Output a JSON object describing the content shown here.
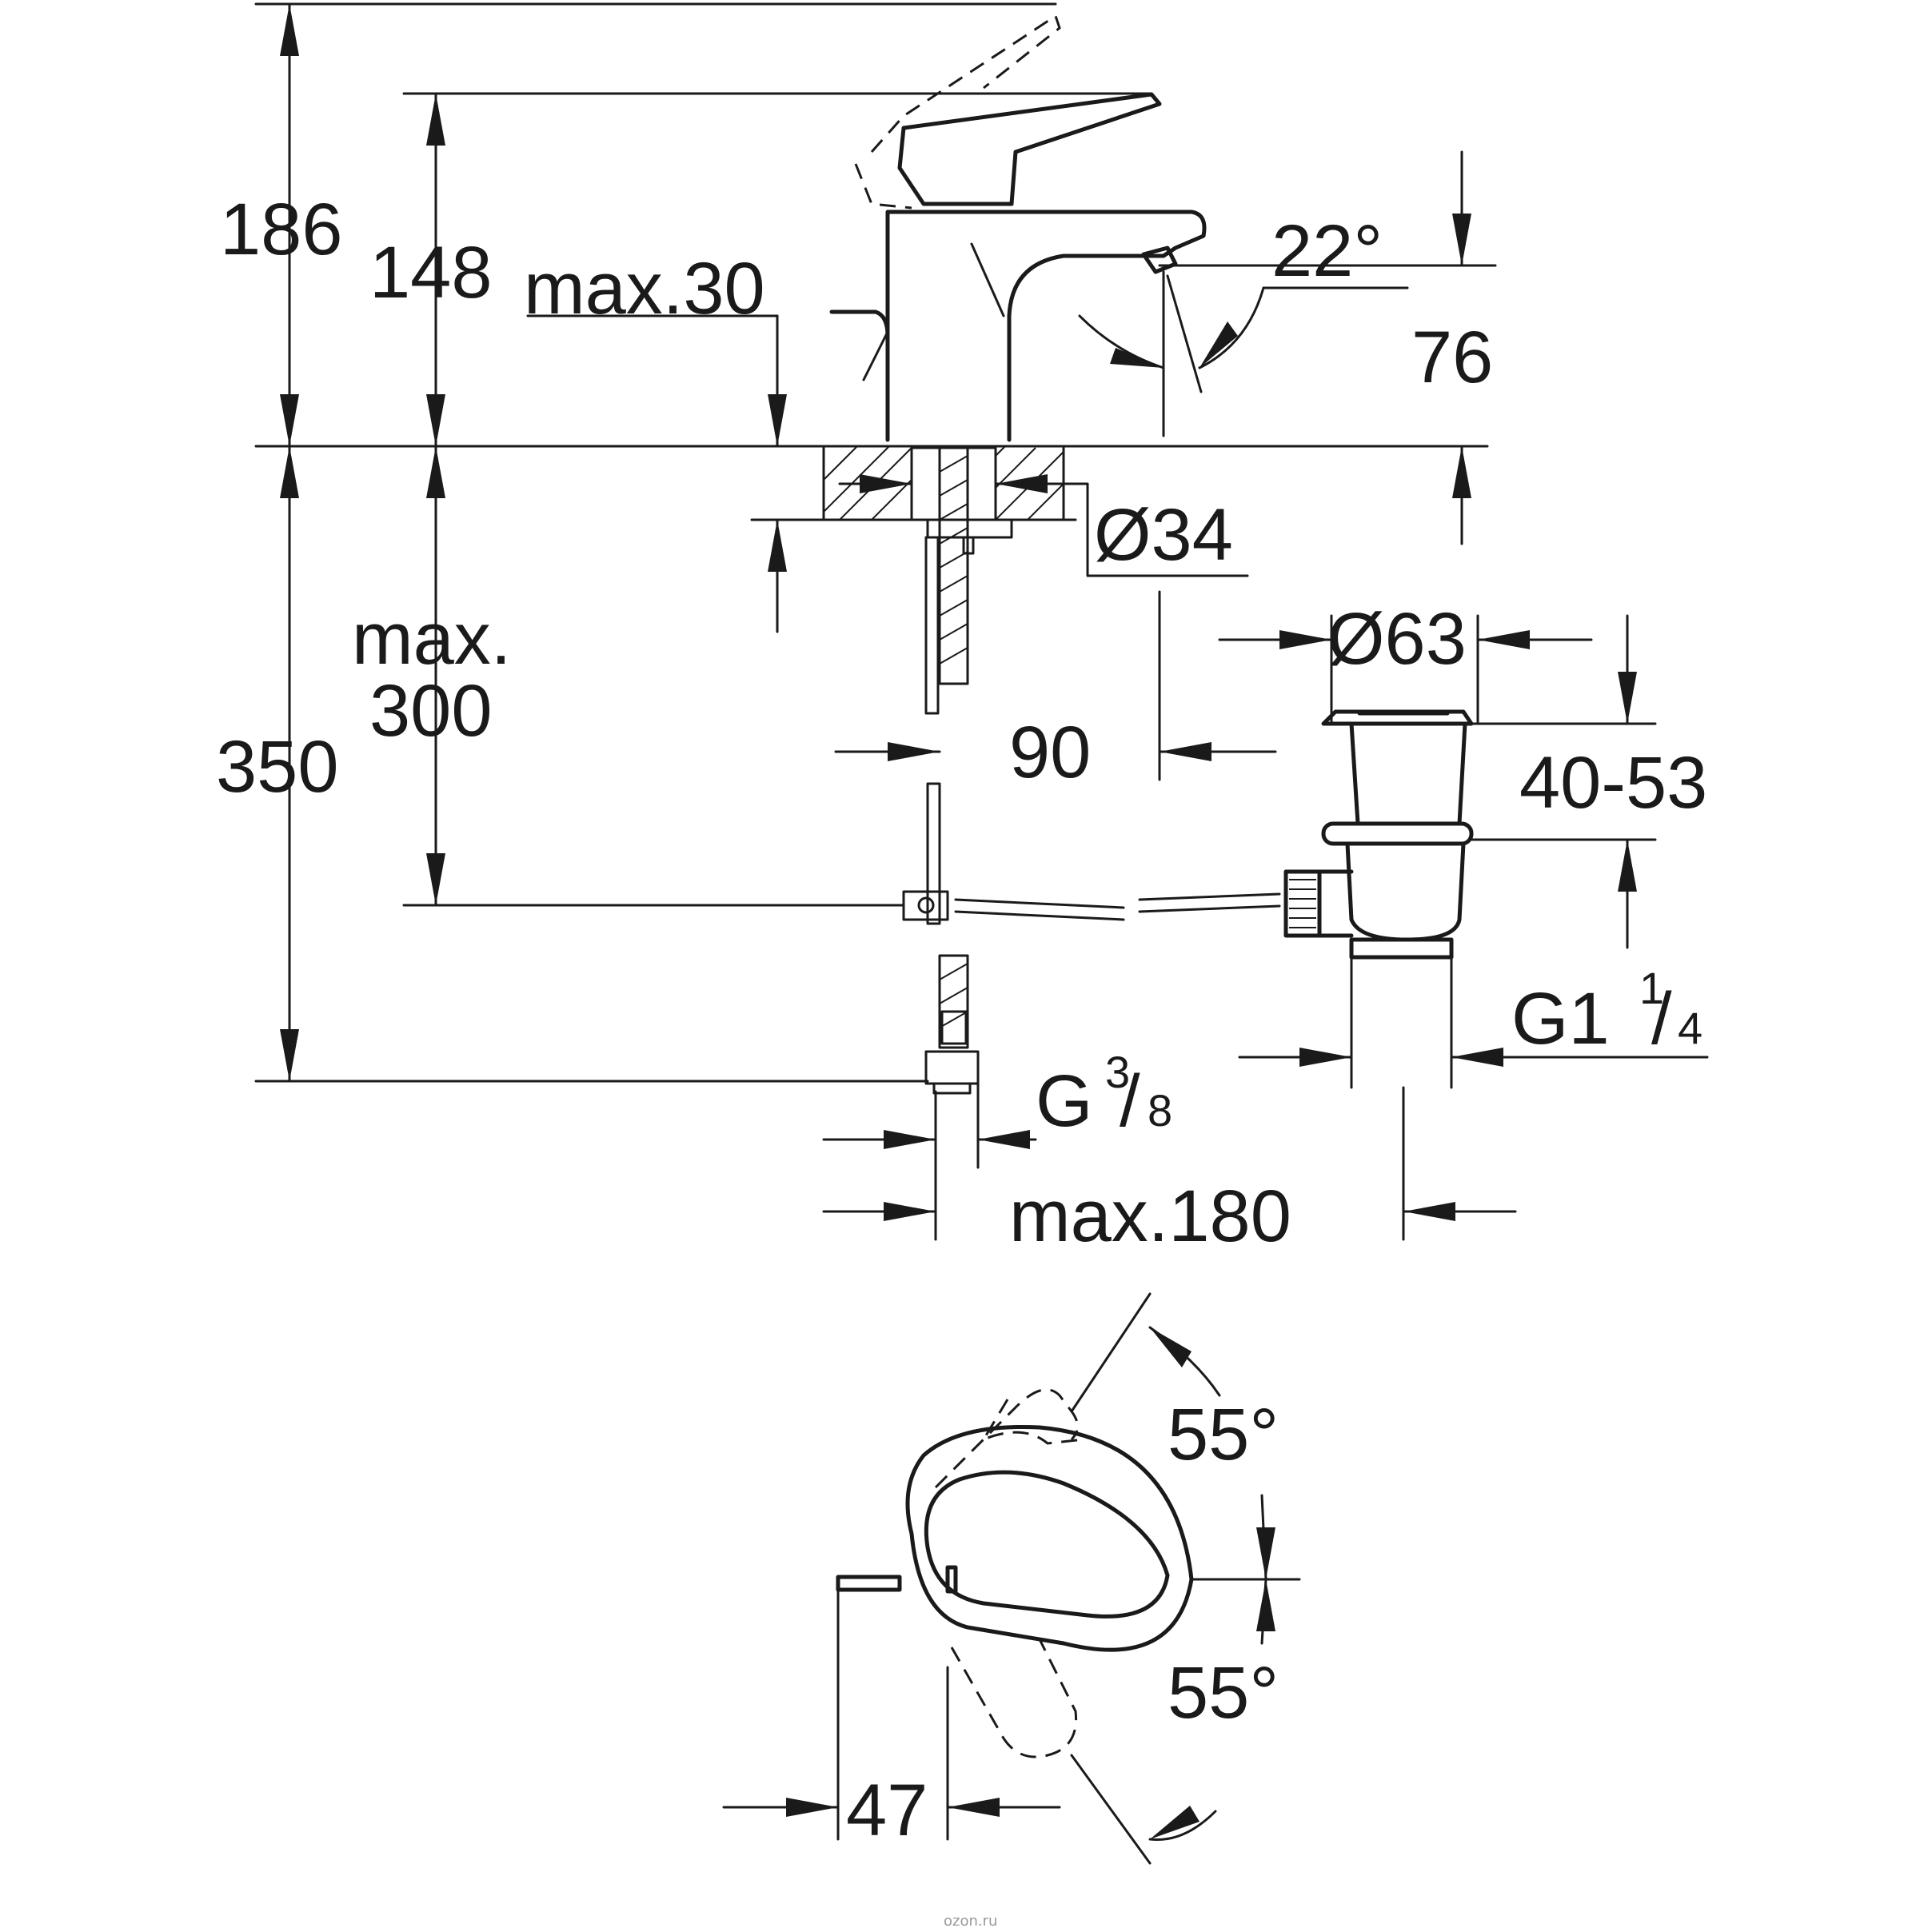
{
  "labels": {
    "h_total": "186",
    "h_lever": "148",
    "max_30": "max.30",
    "angle_spout": "22°",
    "spout_height": "76",
    "hole_diameter": "Ø34",
    "waste_diameter": "Ø63",
    "max": "max.",
    "value_300": "300",
    "h_350": "350",
    "dist_90": "90",
    "waste_range": "40-53",
    "thread_waste_main": "G1",
    "thread_waste_num": "1",
    "thread_waste_slash": "/",
    "thread_waste_den": "4",
    "thread_supply_main": "G",
    "thread_supply_num": "3",
    "thread_supply_slash": "/",
    "thread_supply_den": "8",
    "max_180": "max.180",
    "angle_lever_top": "55°",
    "angle_lever_bottom": "55°",
    "dist_47": "47"
  },
  "watermark": "ozon.ru",
  "colors": {
    "line": "#1a1a1a",
    "background": "#ffffff"
  }
}
